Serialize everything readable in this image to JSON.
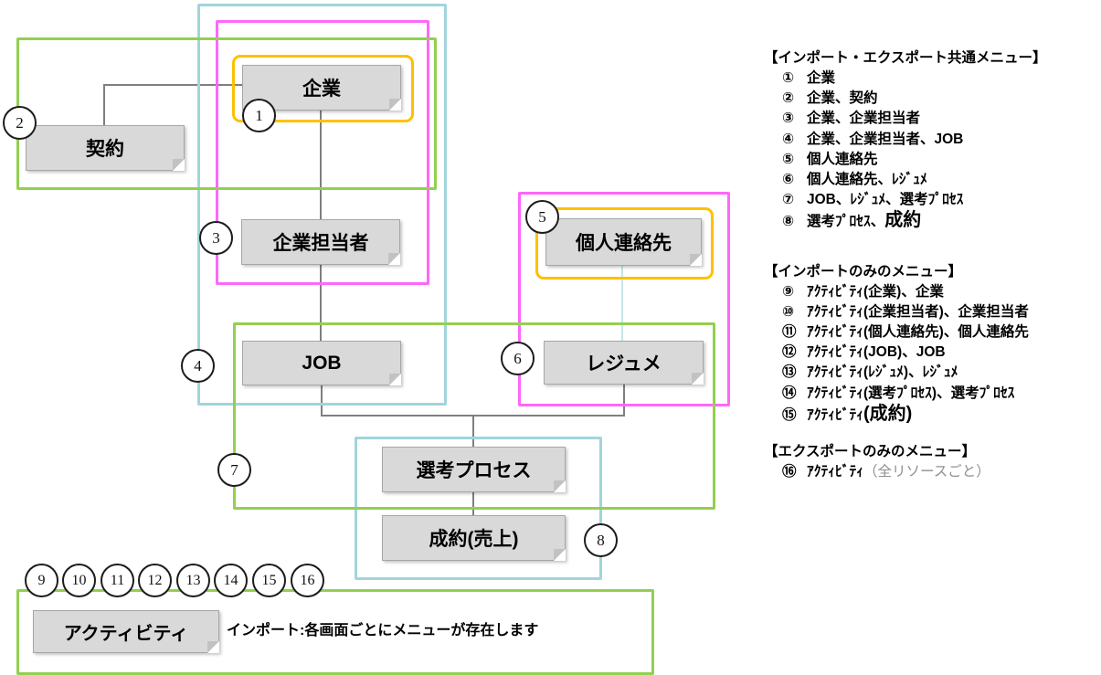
{
  "diagram": {
    "nodes": {
      "company": "企業",
      "contract": "契約",
      "company_contact": "企業担当者",
      "job": "JOB",
      "personal_contact": "個人連絡先",
      "resume": "レジュメ",
      "selection_process": "選考プロセス",
      "deal": "成約(売上)",
      "activity": "アクティビティ"
    },
    "markers": [
      "1",
      "2",
      "3",
      "4",
      "5",
      "6",
      "7",
      "8",
      "9",
      "10",
      "11",
      "12",
      "13",
      "14",
      "15",
      "16"
    ],
    "colors": {
      "frame_cyan": "#a0d5db",
      "frame_pink": "#ff66fb",
      "frame_green": "#92d050",
      "frame_orange": "#ffc000",
      "entity_fill": "#d9d9d9",
      "connector_gray": "#7f7f7f",
      "connector_light_blue": "#c6e6ec"
    }
  },
  "legend": {
    "sections": [
      {
        "title": "【インポート・エクスポート共通メニュー】",
        "items": [
          {
            "num": "①",
            "text": "企業"
          },
          {
            "num": "②",
            "text": "企業、契約"
          },
          {
            "num": "③",
            "text": "企業、企業担当者"
          },
          {
            "num": "④",
            "text": "企業、企業担当者、JOB"
          },
          {
            "num": "⑤",
            "text": "個人連絡先"
          },
          {
            "num": "⑥",
            "text": "個人連絡先、ﾚｼﾞｭﾒ"
          },
          {
            "num": "⑦",
            "text": "JOB、ﾚｼﾞｭﾒ、選考ﾌﾟﾛｾｽ"
          },
          {
            "num": "⑧",
            "text": "選考ﾌﾟﾛｾｽ、",
            "big": "成約"
          }
        ]
      },
      {
        "title": "【インポートのみのメニュー】",
        "items": [
          {
            "num": "⑨",
            "text": "ｱｸﾃｨﾋﾞﾃｨ(企業)、企業"
          },
          {
            "num": "⑩",
            "text": "ｱｸﾃｨﾋﾞﾃｨ(企業担当者)、企業担当者"
          },
          {
            "num": "⑪",
            "text": "ｱｸﾃｨﾋﾞﾃｨ(個人連絡先)、個人連絡先"
          },
          {
            "num": "⑫",
            "text": "ｱｸﾃｨﾋﾞﾃｨ(JOB)、JOB"
          },
          {
            "num": "⑬",
            "text": "ｱｸﾃｨﾋﾞﾃｨ(ﾚｼﾞｭﾒ)、ﾚｼﾞｭﾒ"
          },
          {
            "num": "⑭",
            "text": "ｱｸﾃｨﾋﾞﾃｨ(選考ﾌﾟﾛｾｽ)、選考ﾌﾟﾛｾｽ"
          },
          {
            "num": "⑮",
            "text": "ｱｸﾃｨﾋﾞﾃｨ",
            "big": "(成約)"
          }
        ]
      },
      {
        "title": "【エクスポートのみのメニュー】",
        "items": [
          {
            "num": "⑯",
            "text": "ｱｸﾃｨﾋﾞﾃｨ ",
            "gray": "（全リソースごと）"
          }
        ]
      }
    ]
  },
  "note": {
    "text": "インポート:各画面ごとにメニューが存在します"
  }
}
